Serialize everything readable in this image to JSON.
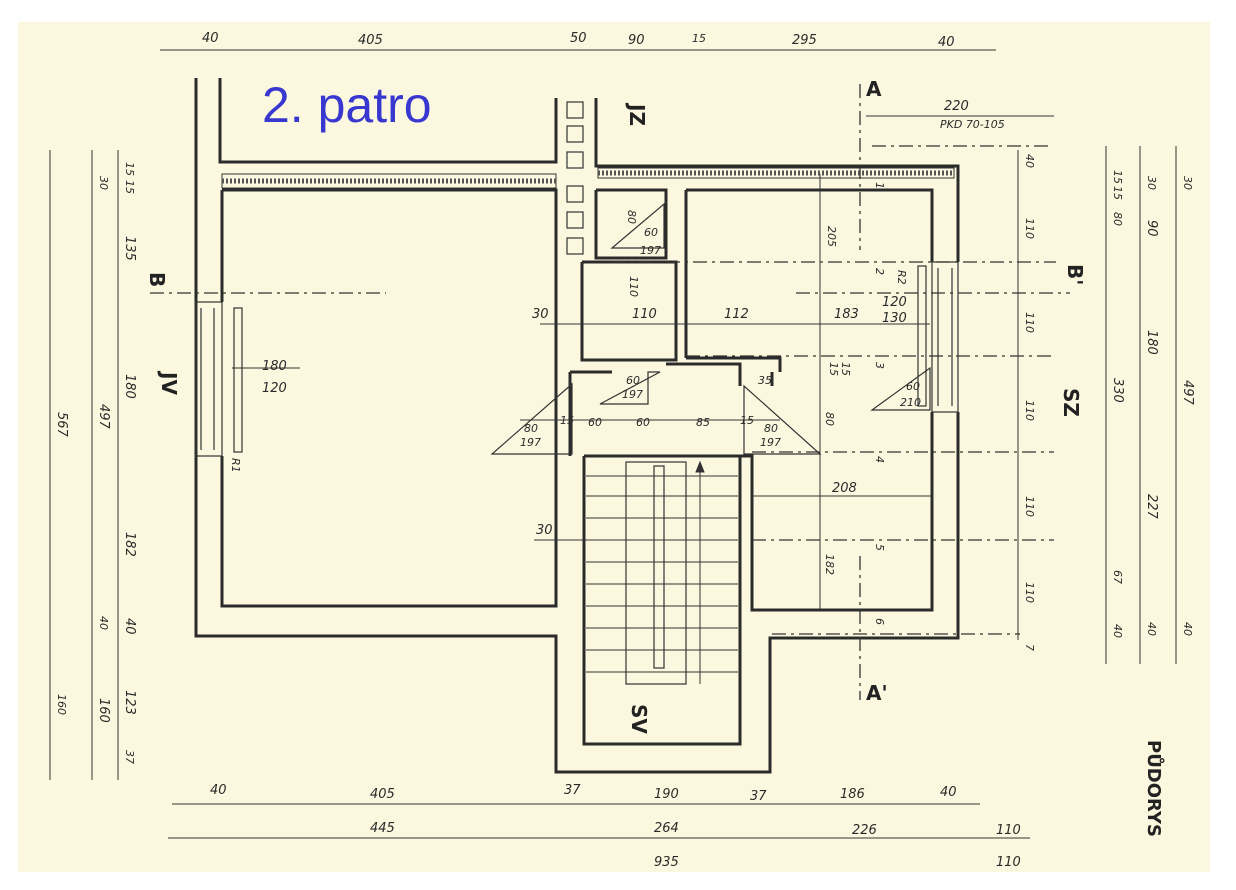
{
  "title": "2. patro",
  "sheet_label": "PŮDORYS",
  "colors": {
    "paper": "#fbf8df",
    "ink": "#2b2b2b",
    "title": "#3838d0"
  },
  "orientation_labels": {
    "jv": "JV",
    "jz": "JZ",
    "sz": "SZ",
    "sv": "SV"
  },
  "section_marks": {
    "a_top": "A",
    "a_bottom": "A'",
    "b_left": "B",
    "b_right": "B'"
  },
  "top_dims": {
    "d40a": "40",
    "d405": "405",
    "d50": "50",
    "d90": "90",
    "d15": "15",
    "d295": "295",
    "d40b": "40",
    "d220": "220",
    "pkd": "PKD 70-105"
  },
  "bottom_dims": {
    "row1": {
      "a": "40",
      "b": "405",
      "c": "37",
      "d": "190",
      "e": "37",
      "f": "186",
      "g": "40"
    },
    "row2": {
      "a": "445",
      "b": "264",
      "c": "226",
      "d": "110"
    },
    "row3": {
      "a": "935",
      "b": "110"
    }
  },
  "left_dims": {
    "col1": {
      "a": "567",
      "b": "160"
    },
    "col2": {
      "a": "30",
      "b": "497",
      "c": "40",
      "d": "160"
    },
    "col3": {
      "a": "15",
      "b": "15",
      "c": "135",
      "d": "180",
      "e": "182",
      "f": "40",
      "g": "123",
      "h": "37"
    }
  },
  "right_dims": {
    "col1": {
      "a": "15",
      "b": "15",
      "c": "80",
      "d": "330",
      "e": "67",
      "f": "40"
    },
    "col2": {
      "a": "30",
      "b": "90",
      "c": "180",
      "d": "227",
      "e": "40"
    },
    "col3": {
      "a": "30",
      "b": "497",
      "c": "40"
    },
    "axis": {
      "a": "40",
      "b": "110",
      "c": "110",
      "d": "110",
      "e": "110",
      "f": "110",
      "g": "7"
    }
  },
  "axis_numbers": {
    "n1": "1",
    "n2": "2",
    "n3": "3",
    "n4": "4",
    "n5": "5",
    "n6": "6"
  },
  "interior": {
    "w180": "180",
    "w120": "120",
    "r1": "R1",
    "r2": "R2",
    "d80a": "80",
    "d60a": "60",
    "d197a": "197",
    "d110a": "110",
    "d30a": "30",
    "d110b": "110",
    "d112": "112",
    "d183": "183",
    "d120": "120",
    "d130": "130",
    "d205": "205",
    "d60b": "60",
    "d197b": "197",
    "d35": "35",
    "d15s": "15",
    "d15t": "15",
    "d60c": "60",
    "d210": "210",
    "d80b": "80",
    "d197c": "197",
    "d15a": "15",
    "d60d": "60",
    "d60e": "60",
    "d85": "85",
    "d15b": "15",
    "d80c": "80",
    "d197d": "197",
    "d80e": "80",
    "d208": "208",
    "d30b": "30",
    "d182": "182"
  }
}
